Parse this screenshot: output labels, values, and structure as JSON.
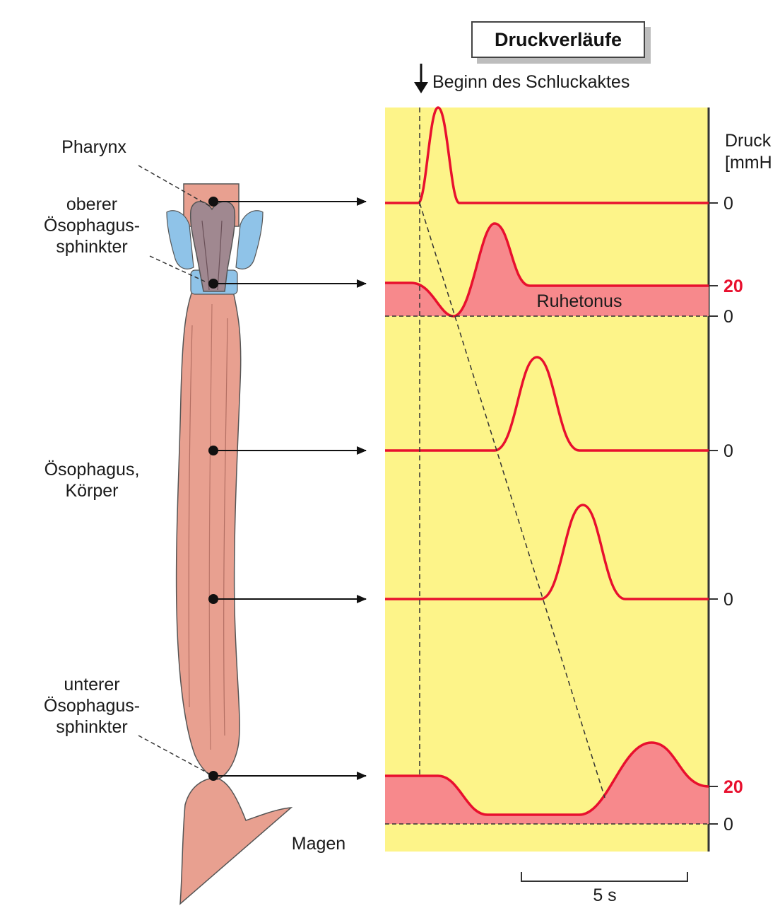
{
  "title": "Druckverläufe",
  "swallow_start": "Beginn des Schluckaktes",
  "pressure_axis": {
    "line1": "Druck",
    "line2": "[mmH"
  },
  "labels": {
    "pharynx": "Pharynx",
    "upper_sphincter": [
      "oberer",
      "Ösophagus-",
      "sphinkter"
    ],
    "esophagus_body": [
      "Ösophagus,",
      "Körper"
    ],
    "lower_sphincter": [
      "unterer",
      "Ösophagus-",
      "sphinkter"
    ],
    "stomach": "Magen",
    "resting_tone": "Ruhetonus"
  },
  "ticks": {
    "zero": "0",
    "twenty": "20"
  },
  "time_scale": "5 s",
  "colors": {
    "panel": "#fdf489",
    "curve": "#e8102e",
    "fill": "#f7898c",
    "esophagus": "#e8a090",
    "cartilage": "#8fc3e8"
  }
}
